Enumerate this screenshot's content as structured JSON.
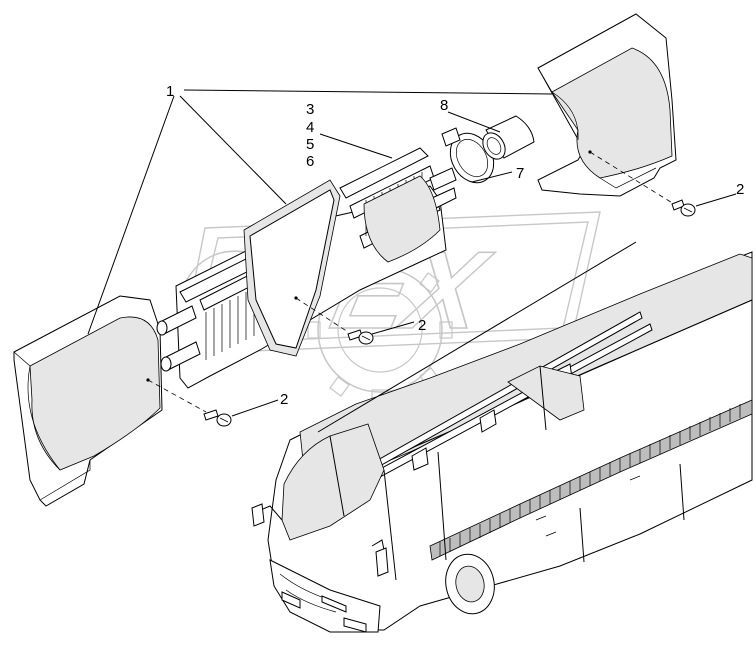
{
  "watermark": {
    "text": "OPEX"
  },
  "labels": [
    {
      "id": "1",
      "text": "1"
    },
    {
      "id": "3",
      "text": "3"
    },
    {
      "id": "4",
      "text": "4"
    },
    {
      "id": "5",
      "text": "5"
    },
    {
      "id": "6",
      "text": "6"
    },
    {
      "id": "8",
      "text": "8"
    },
    {
      "id": "7",
      "text": "7"
    },
    {
      "id": "2a",
      "text": "2"
    },
    {
      "id": "2b",
      "text": "2"
    },
    {
      "id": "2c",
      "text": "2"
    }
  ],
  "colors": {
    "line": "#000000",
    "watermark": "#9a9a9a",
    "background": "#ffffff"
  }
}
